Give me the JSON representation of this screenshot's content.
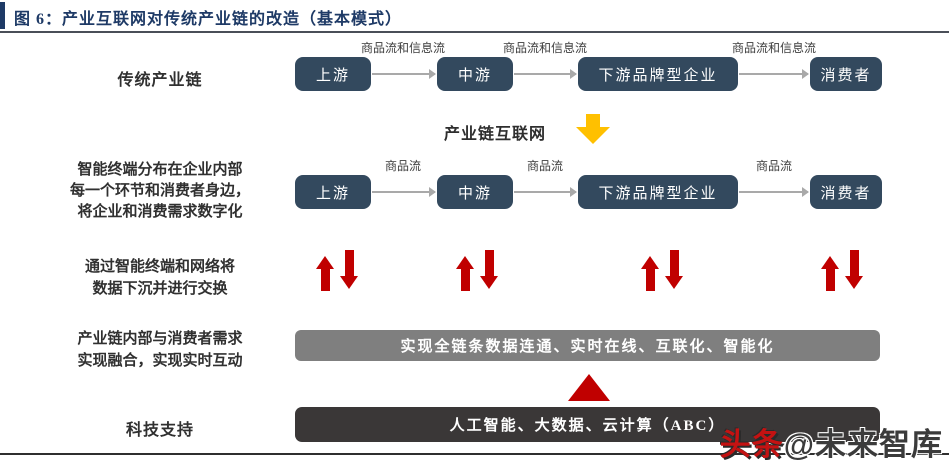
{
  "header": {
    "title": "图 6：产业互联网对传统产业链的改造（基本模式）"
  },
  "colors": {
    "title_navy": "#1e3a66",
    "chain_box": "#33495e",
    "gray_bar": "#7f7f7f",
    "dark_bar": "#3a3737",
    "red_accent": "#c00000",
    "yellow_accent": "#ffc000"
  },
  "row_traditional": {
    "label": "传统产业链",
    "boxes": [
      "上游",
      "中游",
      "下游品牌型企业",
      "消费者"
    ],
    "flow_labels": [
      "商品流和信息流",
      "商品流和信息流",
      "商品流和信息流"
    ]
  },
  "transform": {
    "label": "产业链互联网"
  },
  "row_internet": {
    "label_lines": [
      "智能终端分布在企业内部",
      "每一个环节和消费者身边，",
      "将企业和消费需求数字化"
    ],
    "boxes": [
      "上游",
      "中游",
      "下游品牌型企业",
      "消费者"
    ],
    "flow_labels": [
      "商品流",
      "商品流",
      "商品流"
    ]
  },
  "row_exchange": {
    "label_lines": [
      "通过智能终端和网络将",
      "数据下沉并进行交换"
    ]
  },
  "row_fusion": {
    "label_lines": [
      "产业链内部与消费者需求",
      "实现融合，实现实时互动"
    ],
    "bar_text": "实现全链条数据连通、实时在线、互联化、智能化"
  },
  "row_tech": {
    "label": "科技支持",
    "bar_text": "人工智能、大数据、云计算（ABC）"
  },
  "watermark": {
    "prefix": "头条",
    "suffix": "@未来智库"
  }
}
